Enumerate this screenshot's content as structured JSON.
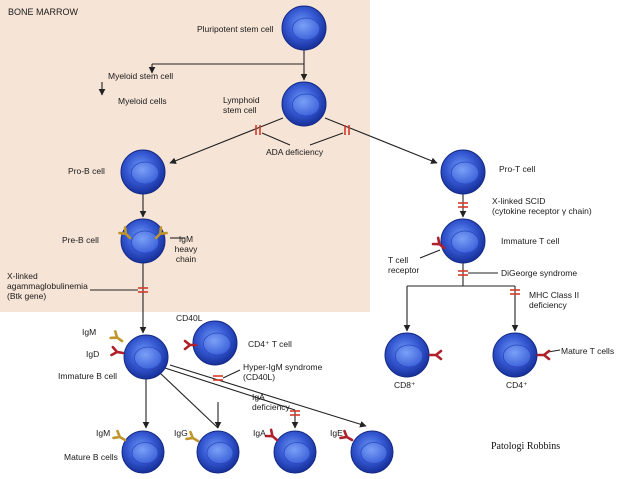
{
  "region_label": "BONE MARROW",
  "cells": {
    "pluripotent": "Pluripotent stem cell",
    "myeloid_stem": "Myeloid stem cell",
    "myeloid_cells": "Myeloid cells",
    "lymphoid_stem": "Lymphoid\nstem cell",
    "pro_b": "Pro-B cell",
    "pre_b": "Pre-B cell",
    "igm_heavy_chain": "IgM\nheavy\nchain",
    "immature_b": "Immature B cell",
    "cd40l": "CD40L",
    "cd4_t": "CD4⁺ T cell",
    "mature_b": "Mature B cells",
    "pro_t": "Pro-T cell",
    "immature_t": "Immature T cell",
    "t_cell_receptor": "T cell\nreceptor",
    "cd8": "CD8⁺",
    "cd4": "CD4⁺",
    "mature_t": "Mature T cells"
  },
  "receptors": {
    "igm": "IgM",
    "igd": "IgD",
    "igm2": "IgM",
    "igg": "IgG",
    "iga": "IgA",
    "ige": "IgE"
  },
  "defects": {
    "ada": "ADA deficiency",
    "btk": "X-linked\nagammaglobulinemia\n(Btk gene)",
    "scid": "X-linked SCID\n(cytokine receptor γ chain)",
    "digeorge": "DiGeorge syndrome",
    "mhc2": "MHC Class II\ndeficiency",
    "hyper_igm": "Hyper-IgM syndrome\n(CD40L)",
    "iga_def": "IgA\ndeficiency"
  },
  "source": "Patologi Robbins",
  "colors": {
    "marrow_bg": "#f6e4d6",
    "cell_outer": "#1f3fb0",
    "cell_inner": "#3f6fe0",
    "nucleus": "#5a86ee",
    "receptor_red": "#b0202a",
    "receptor_gold": "#c0962a",
    "block_red": "#d23a2a",
    "arrow": "#222222"
  }
}
